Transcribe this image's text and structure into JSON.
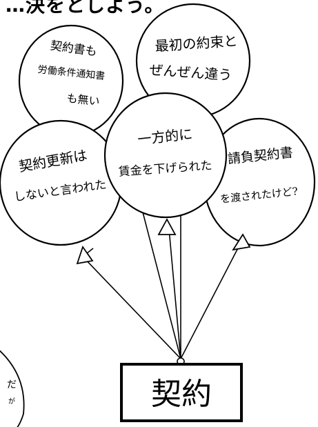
{
  "heading": "…決をとしよう。",
  "balloons": [
    {
      "id": "left-top",
      "lines": [
        "契約書も",
        "労働条件通知書",
        "も無い"
      ]
    },
    {
      "id": "right-top",
      "lines": [
        "最初の約束と",
        "ぜんぜん違う"
      ]
    },
    {
      "id": "center",
      "lines": [
        "一方的に",
        "賃金を下げられた"
      ]
    },
    {
      "id": "left-mid",
      "lines": [
        "契約更新は",
        "しないと言われた"
      ]
    },
    {
      "id": "right-mid",
      "lines": [
        "請負契約書",
        "を渡されたけど?"
      ]
    }
  ],
  "anchor_box": {
    "label": "契約"
  },
  "partial_bubble": {
    "lines": [
      "だ",
      "が"
    ]
  },
  "colors": {
    "ink": "#000000",
    "paper": "#ffffff"
  }
}
